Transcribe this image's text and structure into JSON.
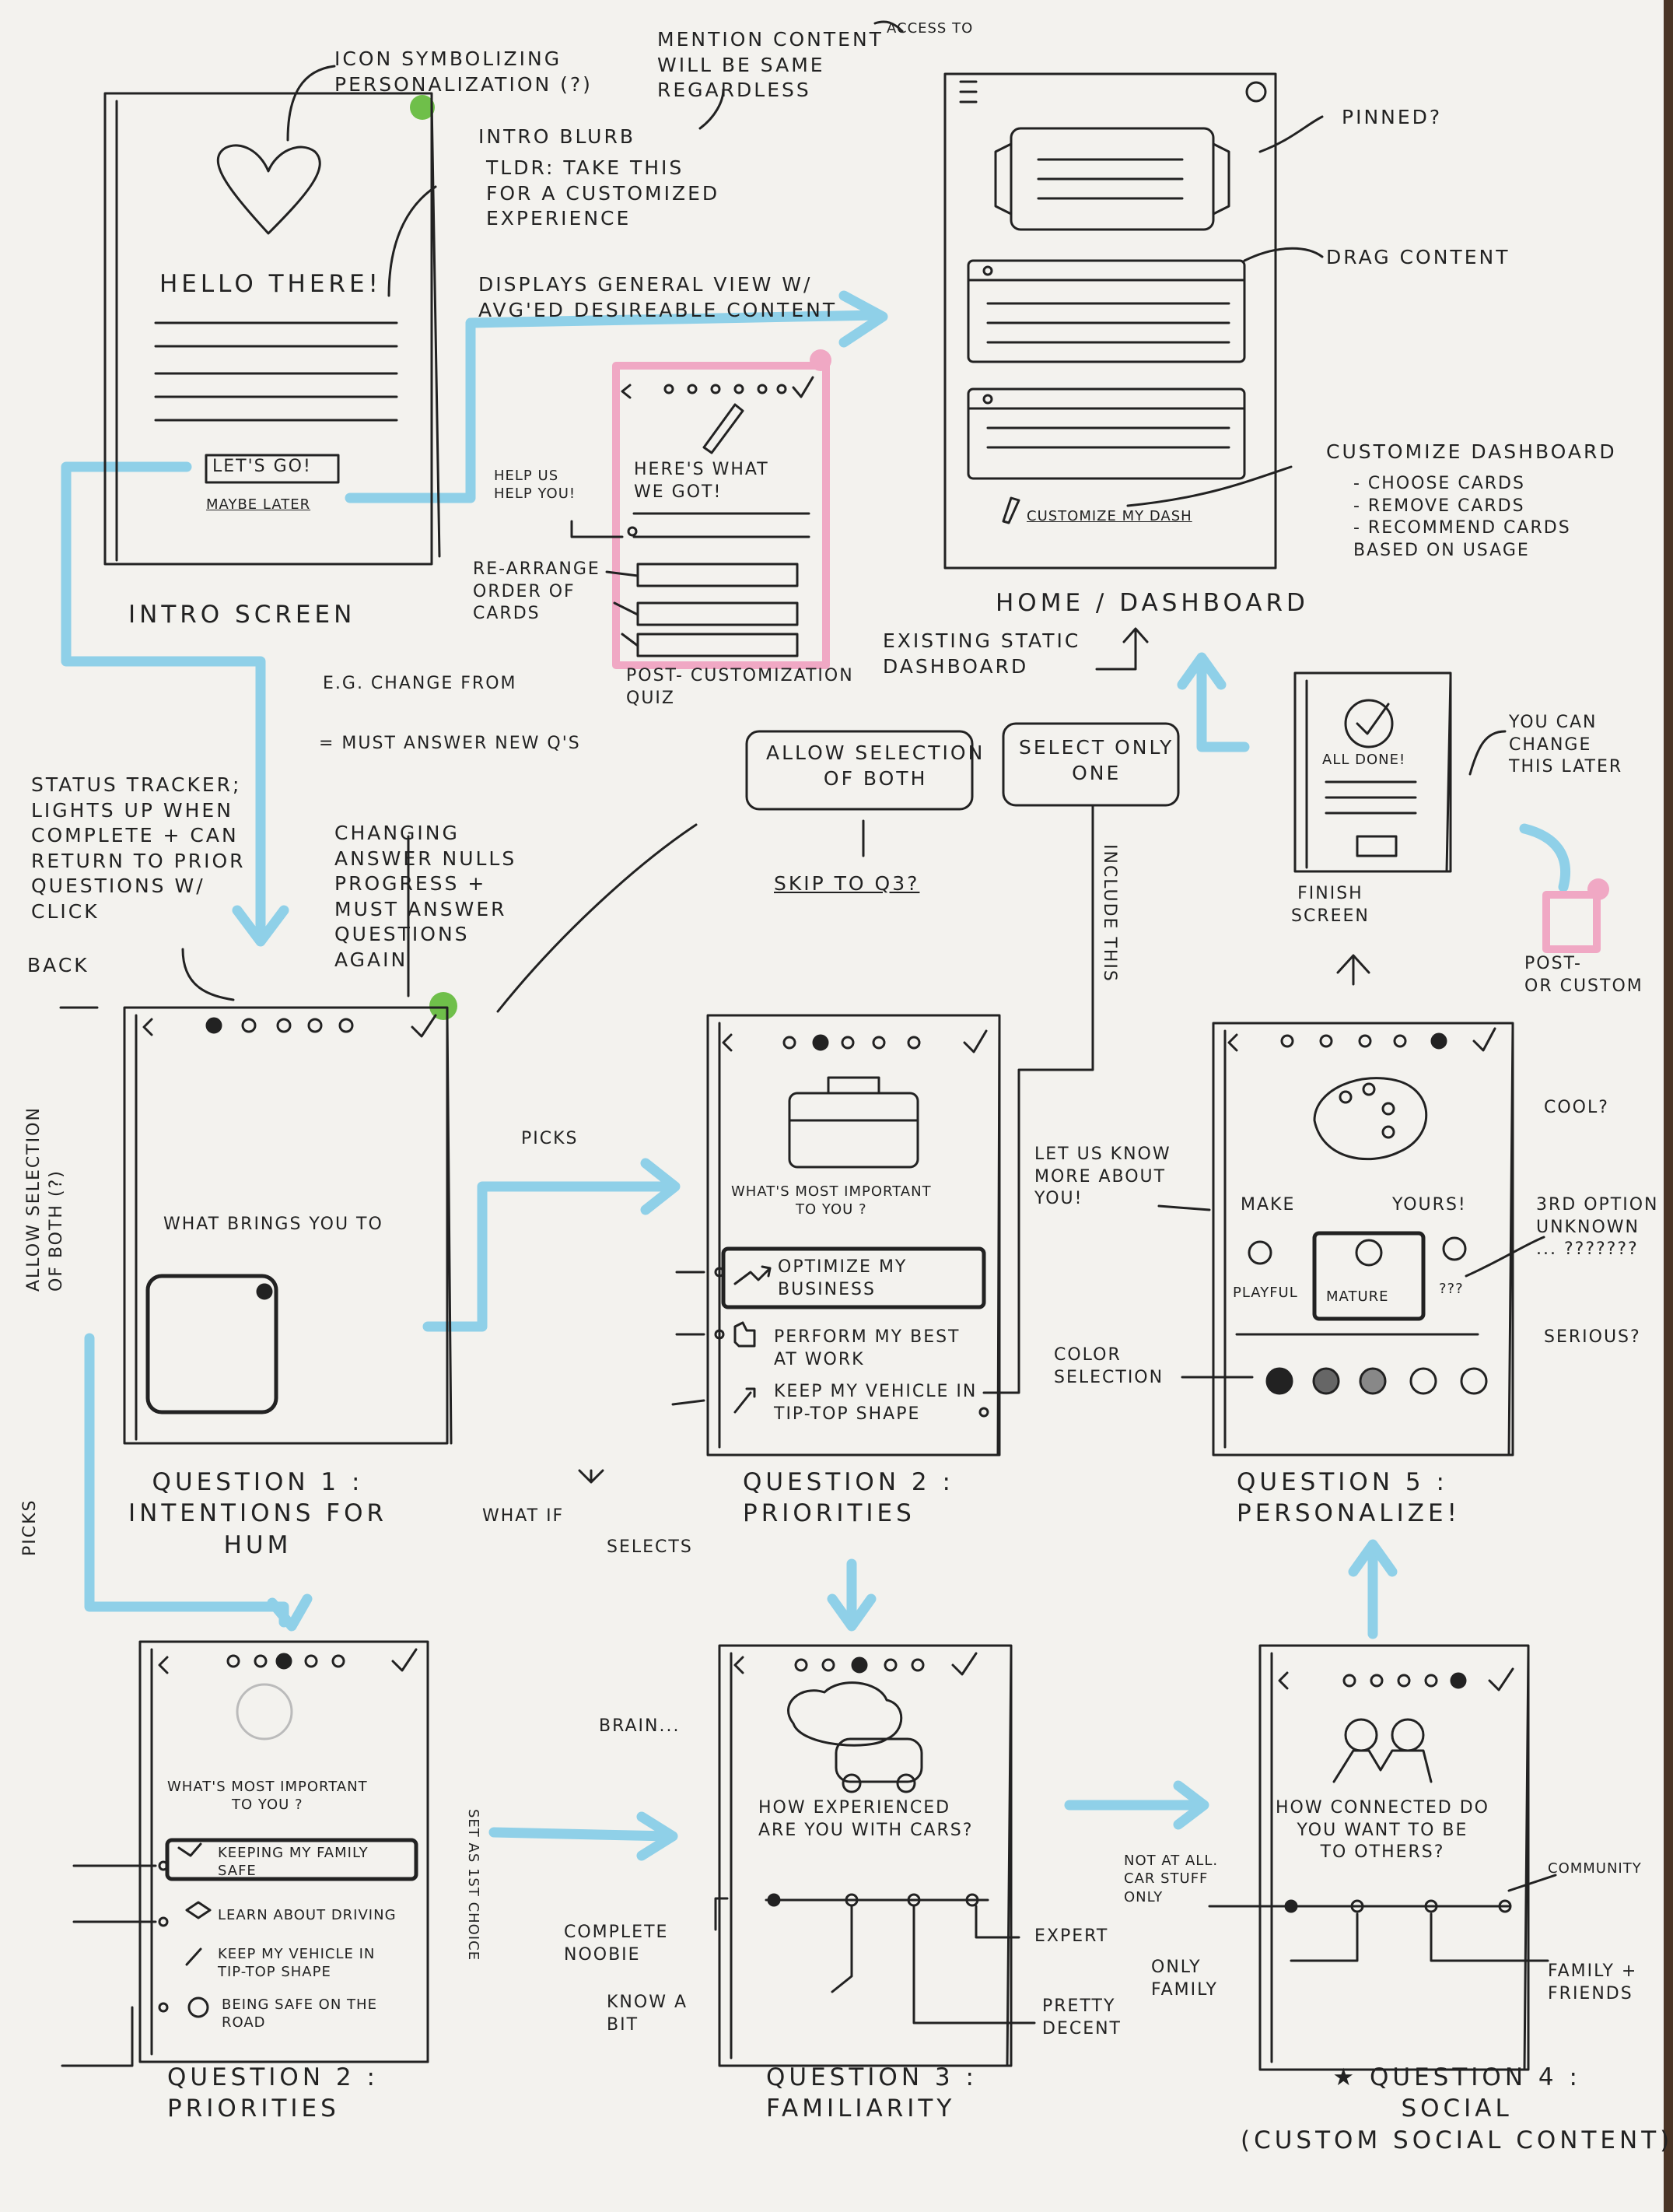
{
  "screens": {
    "intro": {
      "caption": "INTRO SCREEN",
      "heading": "HELLO THERE!",
      "primary_button": "LET'S GO!",
      "secondary_link": "MAYBE LATER"
    },
    "home": {
      "caption": "HOME / DASHBOARD",
      "customize_button": "CUSTOMIZE MY DASH"
    },
    "quiz": {
      "title": "HERE'S WHAT WE GOT!",
      "caption": "POST- CUSTOMIZATION QUIZ"
    },
    "q1": {
      "question": "WHAT BRINGS YOU TO",
      "caption": "QUESTION 1 :\nINTENTIONS FOR\nHUM"
    },
    "q2a": {
      "question": "WHAT'S MOST IMPORTANT\nTO YOU ?",
      "options": [
        "OPTIMIZE MY\nBUSINESS",
        "PERFORM MY BEST\nAT WORK",
        "KEEP MY VEHICLE IN\nTIP-TOP SHAPE"
      ],
      "caption": "QUESTION 2 :\nPRIORITIES"
    },
    "q5": {
      "make": "MAKE",
      "yours": "YOURS!",
      "personas": [
        "PLAYFUL",
        "MATURE",
        "???"
      ],
      "caption": "QUESTION 5 :\nPERSONALIZE!"
    },
    "finish": {
      "done": "ALL DONE!",
      "caption": "FINISH\nSCREEN"
    },
    "q2b": {
      "question": "WHAT'S MOST IMPORTANT\nTO YOU ?",
      "options": [
        "KEEPING MY FAMILY\nSAFE",
        "LEARN ABOUT DRIVING",
        "KEEP MY VEHICLE IN\nTIP-TOP SHAPE",
        "BEING SAFE ON THE\nROAD"
      ],
      "caption": "QUESTION 2 :\nPRIORITIES"
    },
    "q3": {
      "question": "HOW EXPERIENCED\nARE YOU WITH CARS?",
      "caption": "QUESTION 3 :\nFAMILIARITY"
    },
    "q4": {
      "question": "HOW CONNECTED DO\nYOU WANT TO BE\nTO OTHERS?",
      "caption": "★ QUESTION 4 :\nSOCIAL\n(CUSTOM SOCIAL CONTENT)"
    }
  },
  "annotations": [
    "ICON SYMBOLIZING\nPERSONALIZATION (?)",
    "MENTION CONTENT\nWILL BE SAME\nREGARDLESS",
    "ACCESS TO",
    "INTRO BLURB",
    "TLDR: TAKE THIS\nFOR A CUSTOMIZED\nEXPERIENCE",
    "DISPLAYS GENERAL VIEW W/\nAVG'ED DESIREABLE CONTENT",
    "PINNED?",
    "DRAG CONTENT",
    "CUSTOMIZE DASHBOARD",
    "- CHOOSE CARDS\n- REMOVE CARDS\n- RECOMMEND CARDS\nBASED ON USAGE",
    "HELP US\nHELP YOU!",
    "RE-ARRANGE\nORDER OF\nCARDS",
    "EXISTING STATIC\nDASHBOARD",
    "E.G. CHANGE FROM",
    "= MUST ANSWER NEW Q'S",
    "STATUS TRACKER;\nLIGHTS UP WHEN\nCOMPLETE + CAN\nRETURN TO PRIOR\nQUESTIONS W/\nCLICK",
    "CHANGING\nANSWER NULLS\nPROGRESS +\nMUST ANSWER\nQUESTIONS\nAGAIN",
    "BACK",
    "ALLOW SELECTION\nOF BOTH",
    "SELECT ONLY\nONE",
    "SKIP TO Q3?",
    "INCLUDE THIS",
    "YOU CAN\nCHANGE\nTHIS LATER",
    "POST-\nOR CUSTOM",
    "ALLOW SELECTION\nOF BOTH (?)",
    "PICKS",
    "LET US KNOW\nMORE ABOUT\nYOU!",
    "COOL?",
    "3rd OPTION\nUNKNOWN\n... ???????",
    "COLOR\nSELECTION",
    "SERIOUS?",
    "WHAT IF",
    "SELECTS",
    "SET AS 1st CHOICE",
    "BRAIN...",
    "NOT AT ALL.\nCAR STUFF\nONLY",
    "COMPLETE\nNOOBIE",
    "EXPERT",
    "KNOW A\nBIT",
    "PRETTY\nDECENT",
    "ONLY\nFAMILY",
    "COMMUNITY",
    "FAMILY +\nFRIENDS"
  ],
  "colors": {
    "ink": "#222222",
    "highlight_blue": "#8fd0e8",
    "highlight_pink": "#f0a8c4",
    "highlight_green": "#6fbf4a",
    "paper": "#f3f2ee"
  }
}
